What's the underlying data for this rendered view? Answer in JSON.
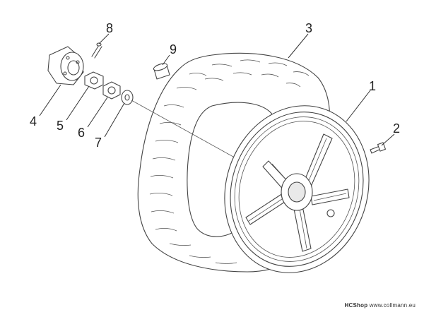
{
  "diagram": {
    "callouts": [
      {
        "id": "1",
        "label": "1"
      },
      {
        "id": "2",
        "label": "2"
      },
      {
        "id": "3",
        "label": "3"
      },
      {
        "id": "4",
        "label": "4"
      },
      {
        "id": "5",
        "label": "5"
      },
      {
        "id": "6",
        "label": "6"
      },
      {
        "id": "7",
        "label": "7"
      },
      {
        "id": "8",
        "label": "8"
      },
      {
        "id": "9",
        "label": "9"
      }
    ]
  },
  "watermark": {
    "brand": "HCShop",
    "url": "www.collmann.eu"
  }
}
